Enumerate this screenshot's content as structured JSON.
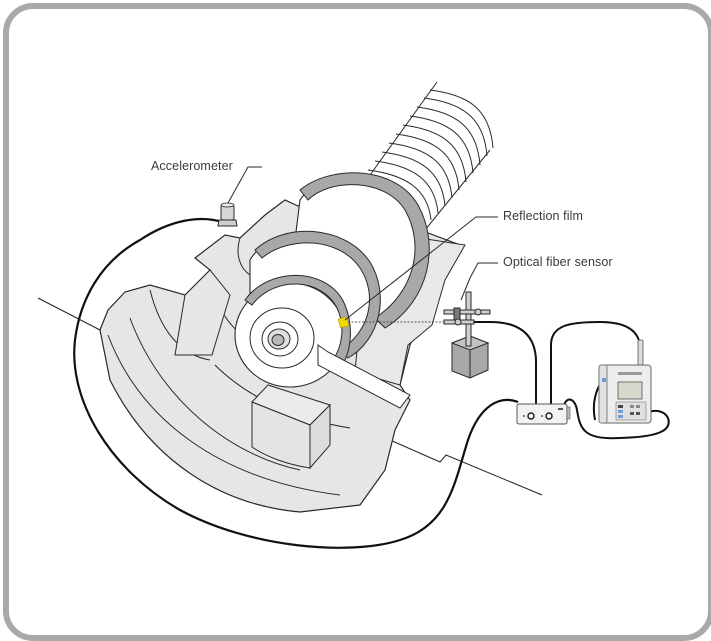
{
  "diagram": {
    "subject": "Rotating machine vibration measurement setup",
    "labels": {
      "accelerometer": "Accelerometer",
      "reflection_film": "Reflection film",
      "optical_fiber_sensor": "Optical fiber sensor"
    },
    "components": [
      {
        "id": "housing",
        "name": "Machine housing"
      },
      {
        "id": "shaft",
        "name": "Rotating shaft with flanges"
      },
      {
        "id": "accelerometer",
        "name": "Accelerometer"
      },
      {
        "id": "reflection-film",
        "name": "Reflection film (marker on shaft)"
      },
      {
        "id": "optical-fiber-sensor",
        "name": "Optical fiber sensor on magnetic stand"
      },
      {
        "id": "signal-amplifier",
        "name": "Signal conditioning unit"
      },
      {
        "id": "vibration-analyzer",
        "name": "Handheld vibration analyzer"
      }
    ],
    "colors": {
      "frame": "#a9a9a9",
      "housing_fill": "#e6e6e6",
      "flange_band": "#a8a8a8",
      "reflection_film": "#f2d600",
      "cable": "#111111",
      "outline": "#2a2a2a"
    }
  }
}
